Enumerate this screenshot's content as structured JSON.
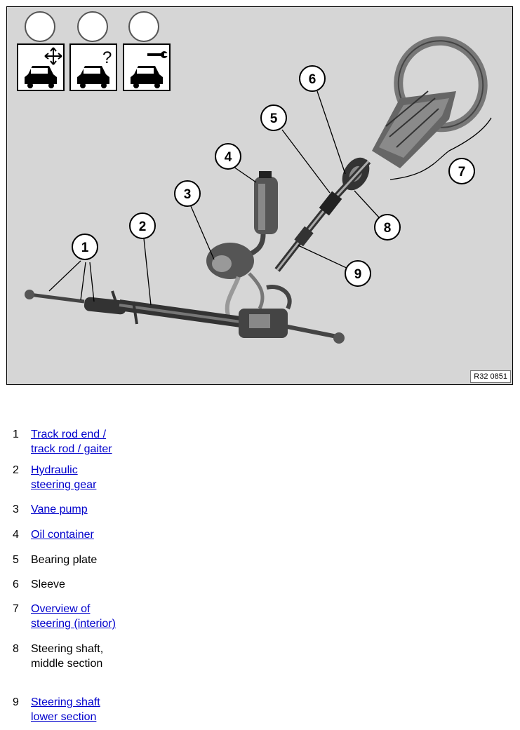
{
  "figure": {
    "reference_code": "R32 0851",
    "callouts": [
      "1",
      "2",
      "3",
      "4",
      "5",
      "6",
      "7",
      "8",
      "9"
    ],
    "mode_icons": [
      "car-move-icon",
      "car-question-icon",
      "car-wrench-icon"
    ]
  },
  "legend": [
    {
      "number": "1",
      "lines": [
        "Track rod end /",
        "track rod / gaiter"
      ],
      "link": true
    },
    {
      "number": "2",
      "lines": [
        "Hydraulic",
        "steering gear"
      ],
      "link": true
    },
    {
      "number": "3",
      "lines": [
        "Vane pump"
      ],
      "link": true
    },
    {
      "number": "4",
      "lines": [
        "Oil container"
      ],
      "link": true
    },
    {
      "number": "5",
      "lines": [
        "Bearing plate"
      ],
      "link": false
    },
    {
      "number": "6",
      "lines": [
        "Sleeve"
      ],
      "link": false
    },
    {
      "number": "7",
      "lines": [
        "Overview of",
        "steering (interior)"
      ],
      "link": true
    },
    {
      "number": "8",
      "lines": [
        "Steering shaft,",
        "middle section"
      ],
      "link": false
    },
    {
      "number": "9",
      "lines": [
        "Steering shaft",
        "lower section"
      ],
      "link": true
    }
  ]
}
